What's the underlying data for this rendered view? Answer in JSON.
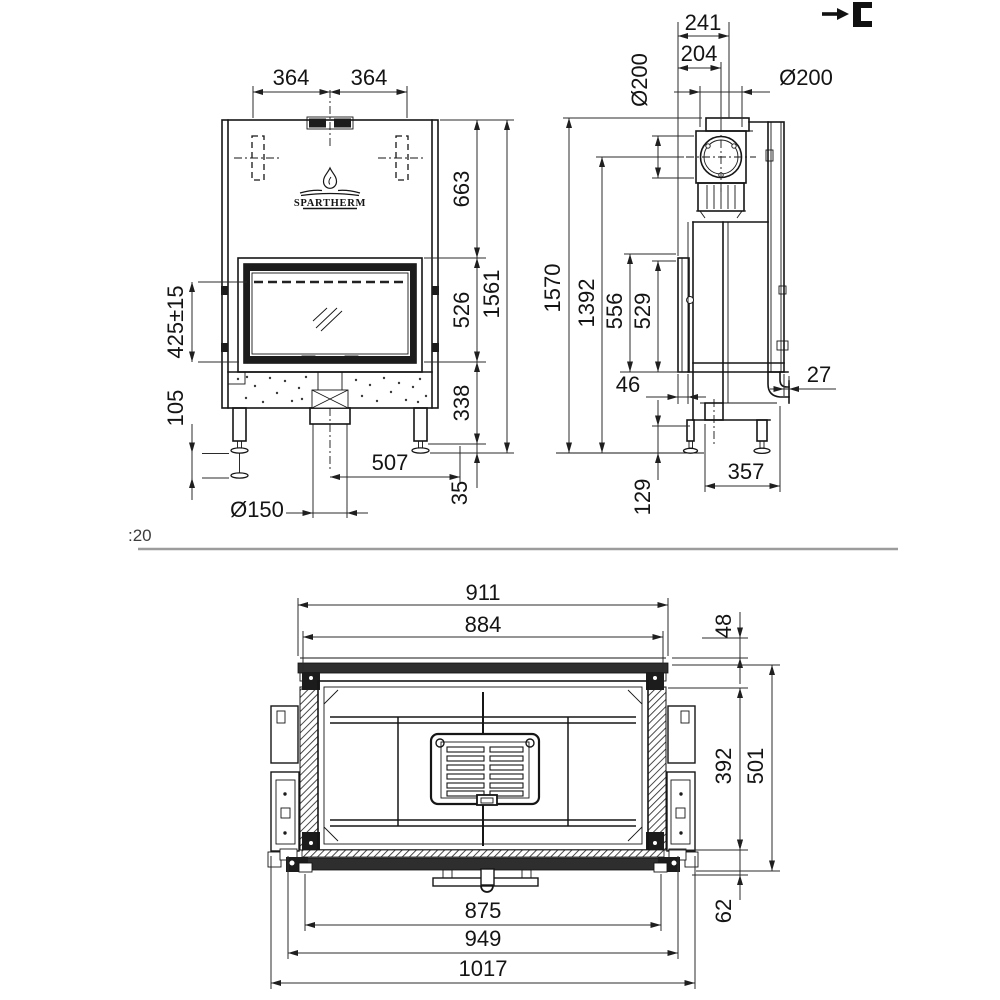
{
  "drawing": {
    "brand_logo": "SPARTHERM",
    "scale_note": ":20",
    "front_view": {
      "dims": {
        "width_left": "364",
        "width_right": "364",
        "top_section_height": "663",
        "glass_section_height": "526",
        "base_section_height": "338",
        "feet_height": "35",
        "total_height": "1561",
        "door_opening_height": "425±15",
        "adjust_range": "105",
        "flue_offset": "507",
        "flue_diameter": "Ø150"
      }
    },
    "side_view": {
      "dims": {
        "collar_depth": "241",
        "flue_center_offset": "204",
        "flue_diameter_side": "Ø200",
        "flue_diameter_top": "Ø200",
        "total_height": "1570",
        "flue_center_height": "1392",
        "glass_outer_height": "556",
        "glass_inner_height": "529",
        "back_offset": "46",
        "front_offset": "27",
        "base_depth": "357",
        "floor_clearance": "129"
      }
    },
    "plan_view": {
      "dims": {
        "frame_width": "911",
        "inner_width": "884",
        "front_depth": "48",
        "body_depth": "392",
        "total_depth": "501",
        "rail_depth": "62",
        "body_width": "875",
        "mid_width": "949",
        "total_width": "1017"
      }
    }
  },
  "colors": {
    "line": "#161616",
    "dim_line": "#2b2b2b",
    "fill_dark": "#1c1c1c",
    "separator": "#9c9c9c",
    "background": "#ffffff"
  }
}
